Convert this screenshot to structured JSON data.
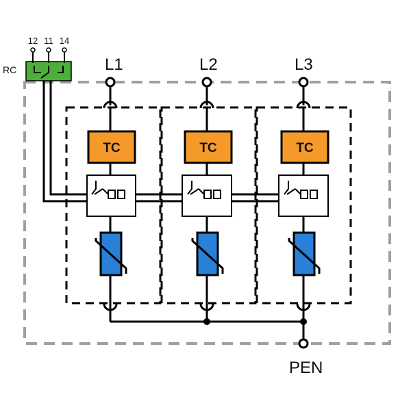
{
  "relay": {
    "label": "RC",
    "pins": [
      "12",
      "11",
      "14"
    ],
    "color": "#4caf3a"
  },
  "phases": [
    {
      "label": "L1",
      "tc_label": "TC"
    },
    {
      "label": "L2",
      "tc_label": "TC"
    },
    {
      "label": "L3",
      "tc_label": "TC"
    }
  ],
  "ground": {
    "label": "PEN"
  },
  "colors": {
    "thermal_cutoff": "#f59a2a",
    "varistor": "#2a7fd6",
    "outer_border": "#a0a0a0",
    "line": "#000000"
  }
}
